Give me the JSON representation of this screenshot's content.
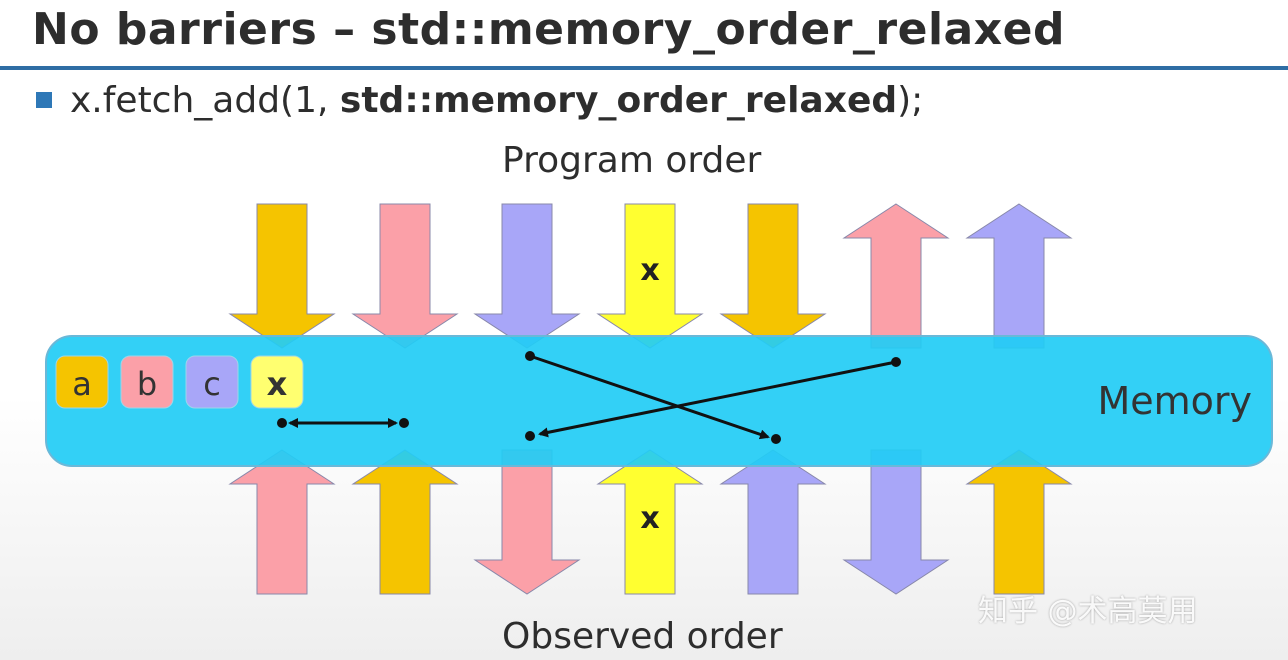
{
  "slide": {
    "title": "No barriers – std::memory_order_relaxed",
    "bullet": {
      "prefix": "x.fetch_add(1, ",
      "bold": "std::memory_order_relaxed",
      "suffix": ");"
    }
  },
  "diagram": {
    "top_label": "Program order",
    "bottom_label": "Observed order",
    "memory_label": "Memory",
    "variables": [
      {
        "label": "a",
        "color": "#f5c400"
      },
      {
        "label": "b",
        "color": "#fba0a8"
      },
      {
        "label": "c",
        "color": "#a8a6f8"
      },
      {
        "label": "x",
        "color": "#ffff70"
      }
    ],
    "top_arrows": [
      {
        "direction": "down",
        "color": "#f5c400",
        "label": ""
      },
      {
        "direction": "down",
        "color": "#fba0a8",
        "label": ""
      },
      {
        "direction": "down",
        "color": "#a8a6f8",
        "label": ""
      },
      {
        "direction": "down",
        "color": "#ffff30",
        "label": "x"
      },
      {
        "direction": "down",
        "color": "#f5c400",
        "label": ""
      },
      {
        "direction": "up",
        "color": "#fba0a8",
        "label": ""
      },
      {
        "direction": "up",
        "color": "#a8a6f8",
        "label": ""
      }
    ],
    "bottom_arrows": [
      {
        "direction": "up",
        "color": "#fba0a8",
        "label": ""
      },
      {
        "direction": "up",
        "color": "#f5c400",
        "label": ""
      },
      {
        "direction": "down",
        "color": "#fba0a8",
        "label": ""
      },
      {
        "direction": "up",
        "color": "#ffff30",
        "label": "x"
      },
      {
        "direction": "up",
        "color": "#a8a6f8",
        "label": ""
      },
      {
        "direction": "down",
        "color": "#a8a6f8",
        "label": ""
      },
      {
        "direction": "up",
        "color": "#f5c400",
        "label": ""
      }
    ],
    "colors": {
      "memory_fill": "#22ccf5",
      "memory_stroke": "#6ab8d8",
      "rule": "#2e6da4"
    }
  },
  "watermark": "知乎 @术高莫用"
}
